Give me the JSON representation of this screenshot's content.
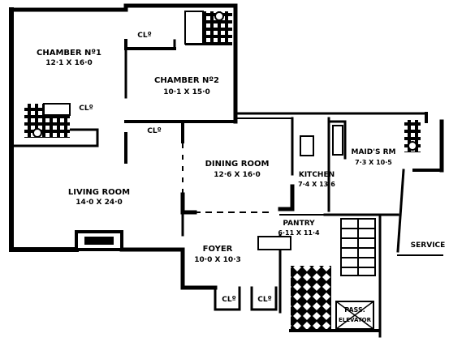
{
  "plan": {
    "rooms": [
      {
        "id": "chamber-1",
        "name": "CHAMBER Nº1",
        "size": "12·1 X 16·0"
      },
      {
        "id": "chamber-2",
        "name": "CHAMBER Nº2",
        "size": "10·1 X 15·0"
      },
      {
        "id": "living-room",
        "name": "LIVING ROOM",
        "size": "14·0 X 24·0"
      },
      {
        "id": "dining-room",
        "name": "DINING ROOM",
        "size": "12·6 X 16·0"
      },
      {
        "id": "kitchen",
        "name": "KITCHEN",
        "size": "7·4 X 13·6"
      },
      {
        "id": "maids-room",
        "name": "MAID'S RM",
        "size": "7·3 X 10·5"
      },
      {
        "id": "pantry",
        "name": "PANTRY",
        "size": "6·11 X 11·4"
      },
      {
        "id": "foyer",
        "name": "FOYER",
        "size": "10·0 X 10·3"
      }
    ],
    "closet_label": "CLº",
    "service_label": "SERVICE",
    "pass_elevator": {
      "line1": "PASS.",
      "line2": "ELEVATOR"
    }
  }
}
